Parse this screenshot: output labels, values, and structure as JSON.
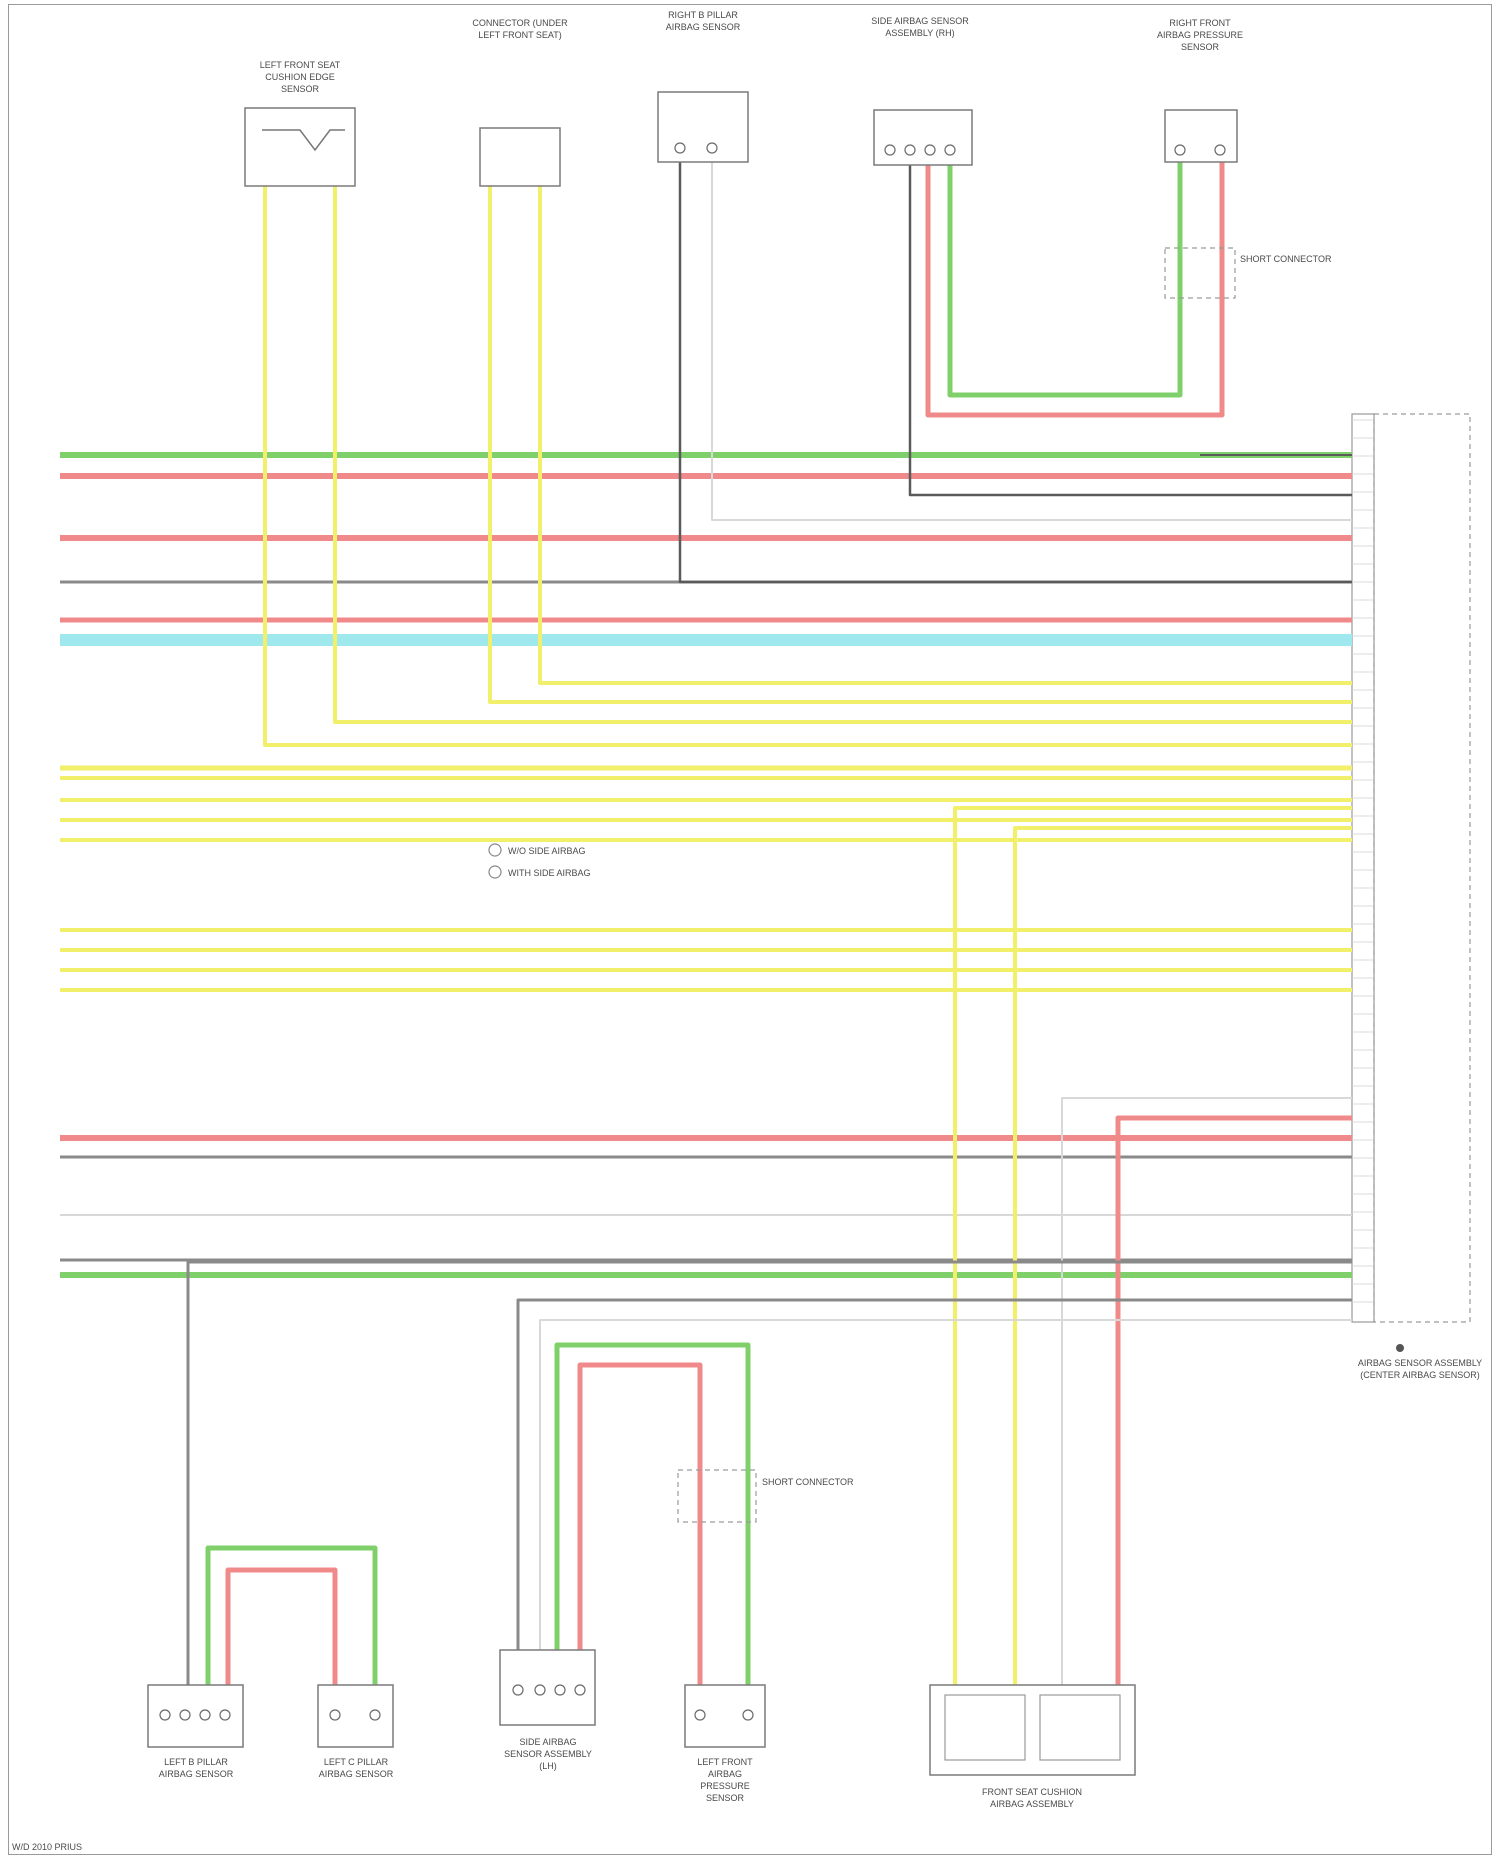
{
  "diagram": {
    "colors": {
      "red": "#f08a8a",
      "green": "#7fd06a",
      "yellow": "#f2f06a",
      "gray": "#8a8a8a",
      "dark": "#5a5a5a",
      "white_wire": "#d8d8d8",
      "cyan": "#9fe8ee"
    },
    "components": {
      "top": [
        "LEFT FRONT SEAT CUSHION EDGE SENSOR",
        "CONNECTOR (UNDER LEFT FRONT SEAT)",
        "RIGHT B PILLAR AIRBAG SENSOR",
        "SIDE AIRBAG SENSOR ASSEMBLY (RH)",
        "RIGHT FRONT AIRBAG PRESSURE SENSOR"
      ],
      "bottom": [
        "LEFT B PILLAR AIRBAG SENSOR",
        "LEFT C PILLAR AIRBAG SENSOR",
        "SIDE AIRBAG SENSOR ASSEMBLY (LH)",
        "LEFT FRONT AIRBAG PRESSURE SENSOR",
        "FRONT SEAT CUSHION AIRBAG ASSEMBLY"
      ],
      "right": "AIRBAG SENSOR ASSEMBLY (CENTER AIRBAG SENSOR)"
    },
    "labels": {
      "short_connector_right": "SHORT CONNECTOR",
      "short_connector_left": "SHORT CONNECTOR",
      "legend_a": "W/O SIDE AIRBAG",
      "legend_b": "WITH SIDE AIRBAG",
      "footer_id": "W/D 2010 PRIUS"
    }
  }
}
